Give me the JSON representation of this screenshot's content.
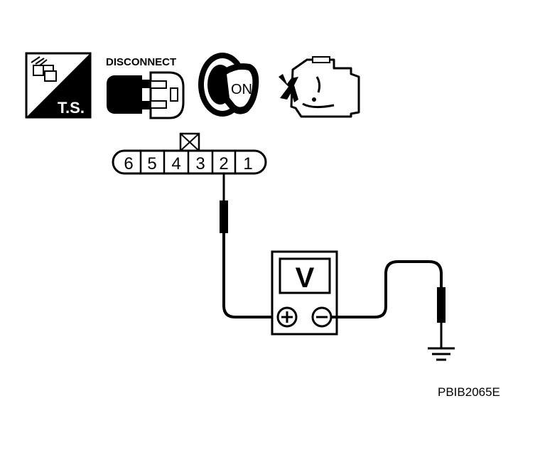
{
  "icons": {
    "ts_label": "T.S.",
    "disconnect_label": "DISCONNECT",
    "ignition_label": "ON"
  },
  "connector": {
    "pins": [
      "6",
      "5",
      "4",
      "3",
      "2",
      "1"
    ]
  },
  "meter": {
    "label": "V"
  },
  "figure_code": "PBIB2065E",
  "colors": {
    "line": "#000000",
    "background": "#ffffff"
  }
}
